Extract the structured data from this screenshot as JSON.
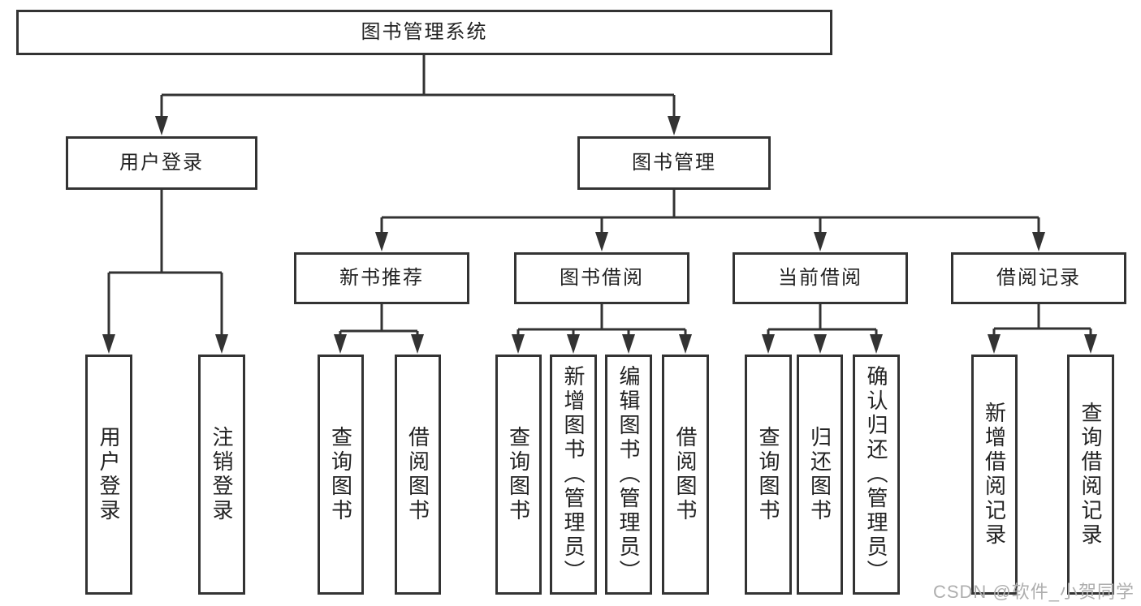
{
  "diagram_title": "图书管理系统",
  "colors": {
    "line": "#333333",
    "box_border": "#333333",
    "text": "#222222",
    "background": "#ffffff",
    "watermark": "#aeaeae"
  },
  "nodes": {
    "root": "图书管理系统",
    "level2": {
      "user_login": "用户登录",
      "book_management": "图书管理"
    },
    "level3": {
      "new_book_recommendation": "新书推荐",
      "book_borrowing": "图书借阅",
      "current_borrowing": "当前借阅",
      "borrowing_records": "借阅记录"
    },
    "leaves": {
      "user_login_leaf": "用户登录",
      "logout_leaf": "注销登录",
      "nb_query_books": "查询图书",
      "nb_borrow_books": "借阅图书",
      "bb_query_books": "查询图书",
      "bb_add_books_admin": "新增图书（管理员）",
      "bb_edit_books_admin": "编辑图书（管理员）",
      "bb_borrow_books": "借阅图书",
      "cb_query_books": "查询图书",
      "cb_return_books": "归还图书",
      "cb_confirm_return_admin": "确认归还（管理员）",
      "br_add_borrow_record": "新增借阅记录",
      "br_query_borrow_record": "查询借阅记录"
    }
  },
  "hierarchy": {
    "图书管理系统": [
      "用户登录",
      "图书管理"
    ],
    "用户登录": [
      "用户登录",
      "注销登录"
    ],
    "图书管理": [
      "新书推荐",
      "图书借阅",
      "当前借阅",
      "借阅记录"
    ],
    "新书推荐": [
      "查询图书",
      "借阅图书"
    ],
    "图书借阅": [
      "查询图书",
      "新增图书（管理员）",
      "编辑图书（管理员）",
      "借阅图书"
    ],
    "当前借阅": [
      "查询图书",
      "归还图书",
      "确认归还（管理员）"
    ],
    "借阅记录": [
      "新增借阅记录",
      "查询借阅记录"
    ]
  },
  "watermark": "CSDN @软件_小贺同学"
}
